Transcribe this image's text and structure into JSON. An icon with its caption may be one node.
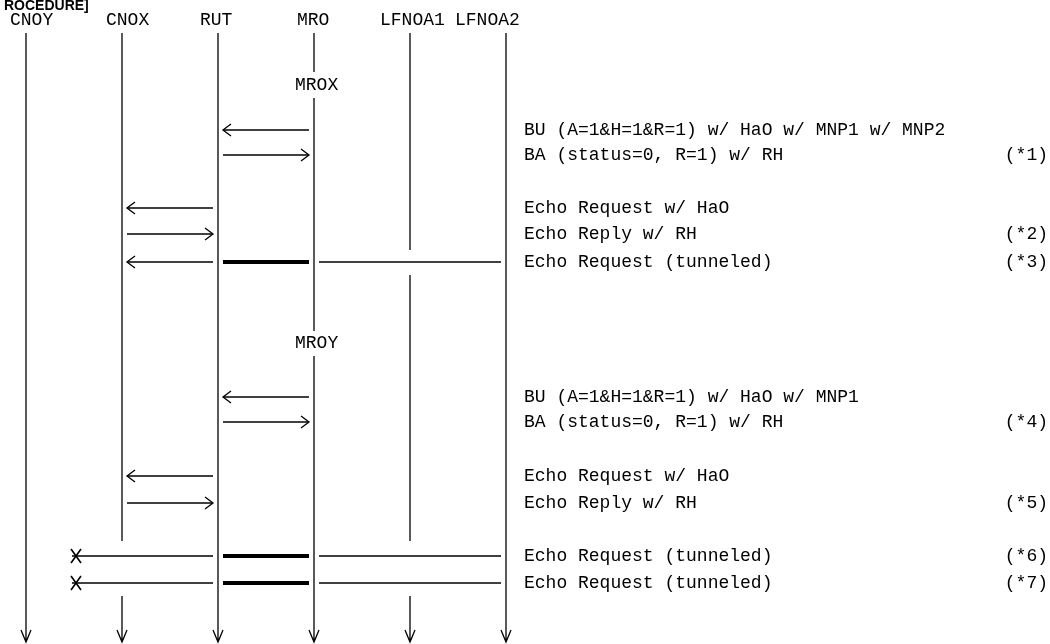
{
  "diagram": {
    "nodes": [
      {
        "text": [
          "CNOY"
        ]
      },
      {
        "text": [
          "CNOX"
        ]
      },
      {
        "text": [
          "RUT"
        ]
      },
      {
        "text": [
          "MRO"
        ]
      },
      {
        "text": [
          "LFNOA1"
        ]
      },
      {
        "text": [
          "LFNOA2"
        ]
      },
      {
        "text": [
          "MROX"
        ]
      },
      {
        "text": [
          "MROY"
        ]
      },
      {
        "text": [],
        "shape": "bar"
      },
      {
        "text": [],
        "shape": "bar"
      },
      {
        "text": [],
        "shape": "bar"
      },
      {
        "text": [],
        "shape": "bar"
      },
      {
        "text": [],
        "shape": "bar"
      },
      {
        "text": [],
        "shape": "bar"
      },
      {
        "text": [],
        "shape": "bar"
      },
      {
        "text": [],
        "shape": "bar"
      },
      {
        "text": [],
        "shape": "bar"
      },
      {
        "text": [],
        "shape": "bar"
      },
      {
        "text": [],
        "shape": "bar"
      }
    ],
    "edges": [
      {
        "from": 13,
        "to": 11,
        "arrow": "to"
      },
      {
        "from": 11,
        "to": 13,
        "arrow": "to"
      },
      {
        "from": 11,
        "to": 9,
        "arrow": "to"
      },
      {
        "from": 9,
        "to": 11,
        "arrow": "to"
      },
      {
        "from": 18,
        "to": 13,
        "arrow": "none"
      },
      {
        "from": 13,
        "to": 11,
        "arrow": "none",
        "style": "thick"
      },
      {
        "from": 11,
        "to": 9,
        "arrow": "to"
      },
      {
        "from": 14,
        "to": 11,
        "arrow": "to"
      },
      {
        "from": 11,
        "to": 14,
        "arrow": "to"
      },
      {
        "from": 11,
        "to": 9,
        "arrow": "to"
      },
      {
        "from": 9,
        "to": 11,
        "arrow": "to"
      },
      {
        "from": 18,
        "to": 14,
        "arrow": "none"
      },
      {
        "from": 14,
        "to": 11,
        "arrow": "none",
        "style": "thick"
      },
      {
        "from": 11,
        "to": null,
        "arrow": "other"
      },
      {
        "from": 18,
        "to": 14,
        "arrow": "none"
      },
      {
        "from": 14,
        "to": 11,
        "arrow": "none",
        "style": "thick"
      },
      {
        "from": 11,
        "to": null,
        "arrow": "other"
      }
    ],
    "labels": [
      "ROCEDURE]",
      "BU (A=1&H=1&R=1) w/ HaO w/ MNP1 w/ MNP2",
      "BA (status=0, R=1) w/ RH",
      "(*1)",
      "Echo Request w/ HaO",
      "Echo Reply w/ RH",
      "(*2)",
      "Echo Request (tunneled)",
      "(*3)",
      "BU (A=1&H=1&R=1) w/ HaO w/ MNP1",
      "BA (status=0, R=1) w/ RH",
      "(*4)",
      "Echo Request w/ HaO",
      "Echo Reply w/ RH",
      "(*5)",
      "Echo Request (tunneled)",
      "(*6)",
      "Echo Request (tunneled)",
      "(*7)"
    ]
  }
}
